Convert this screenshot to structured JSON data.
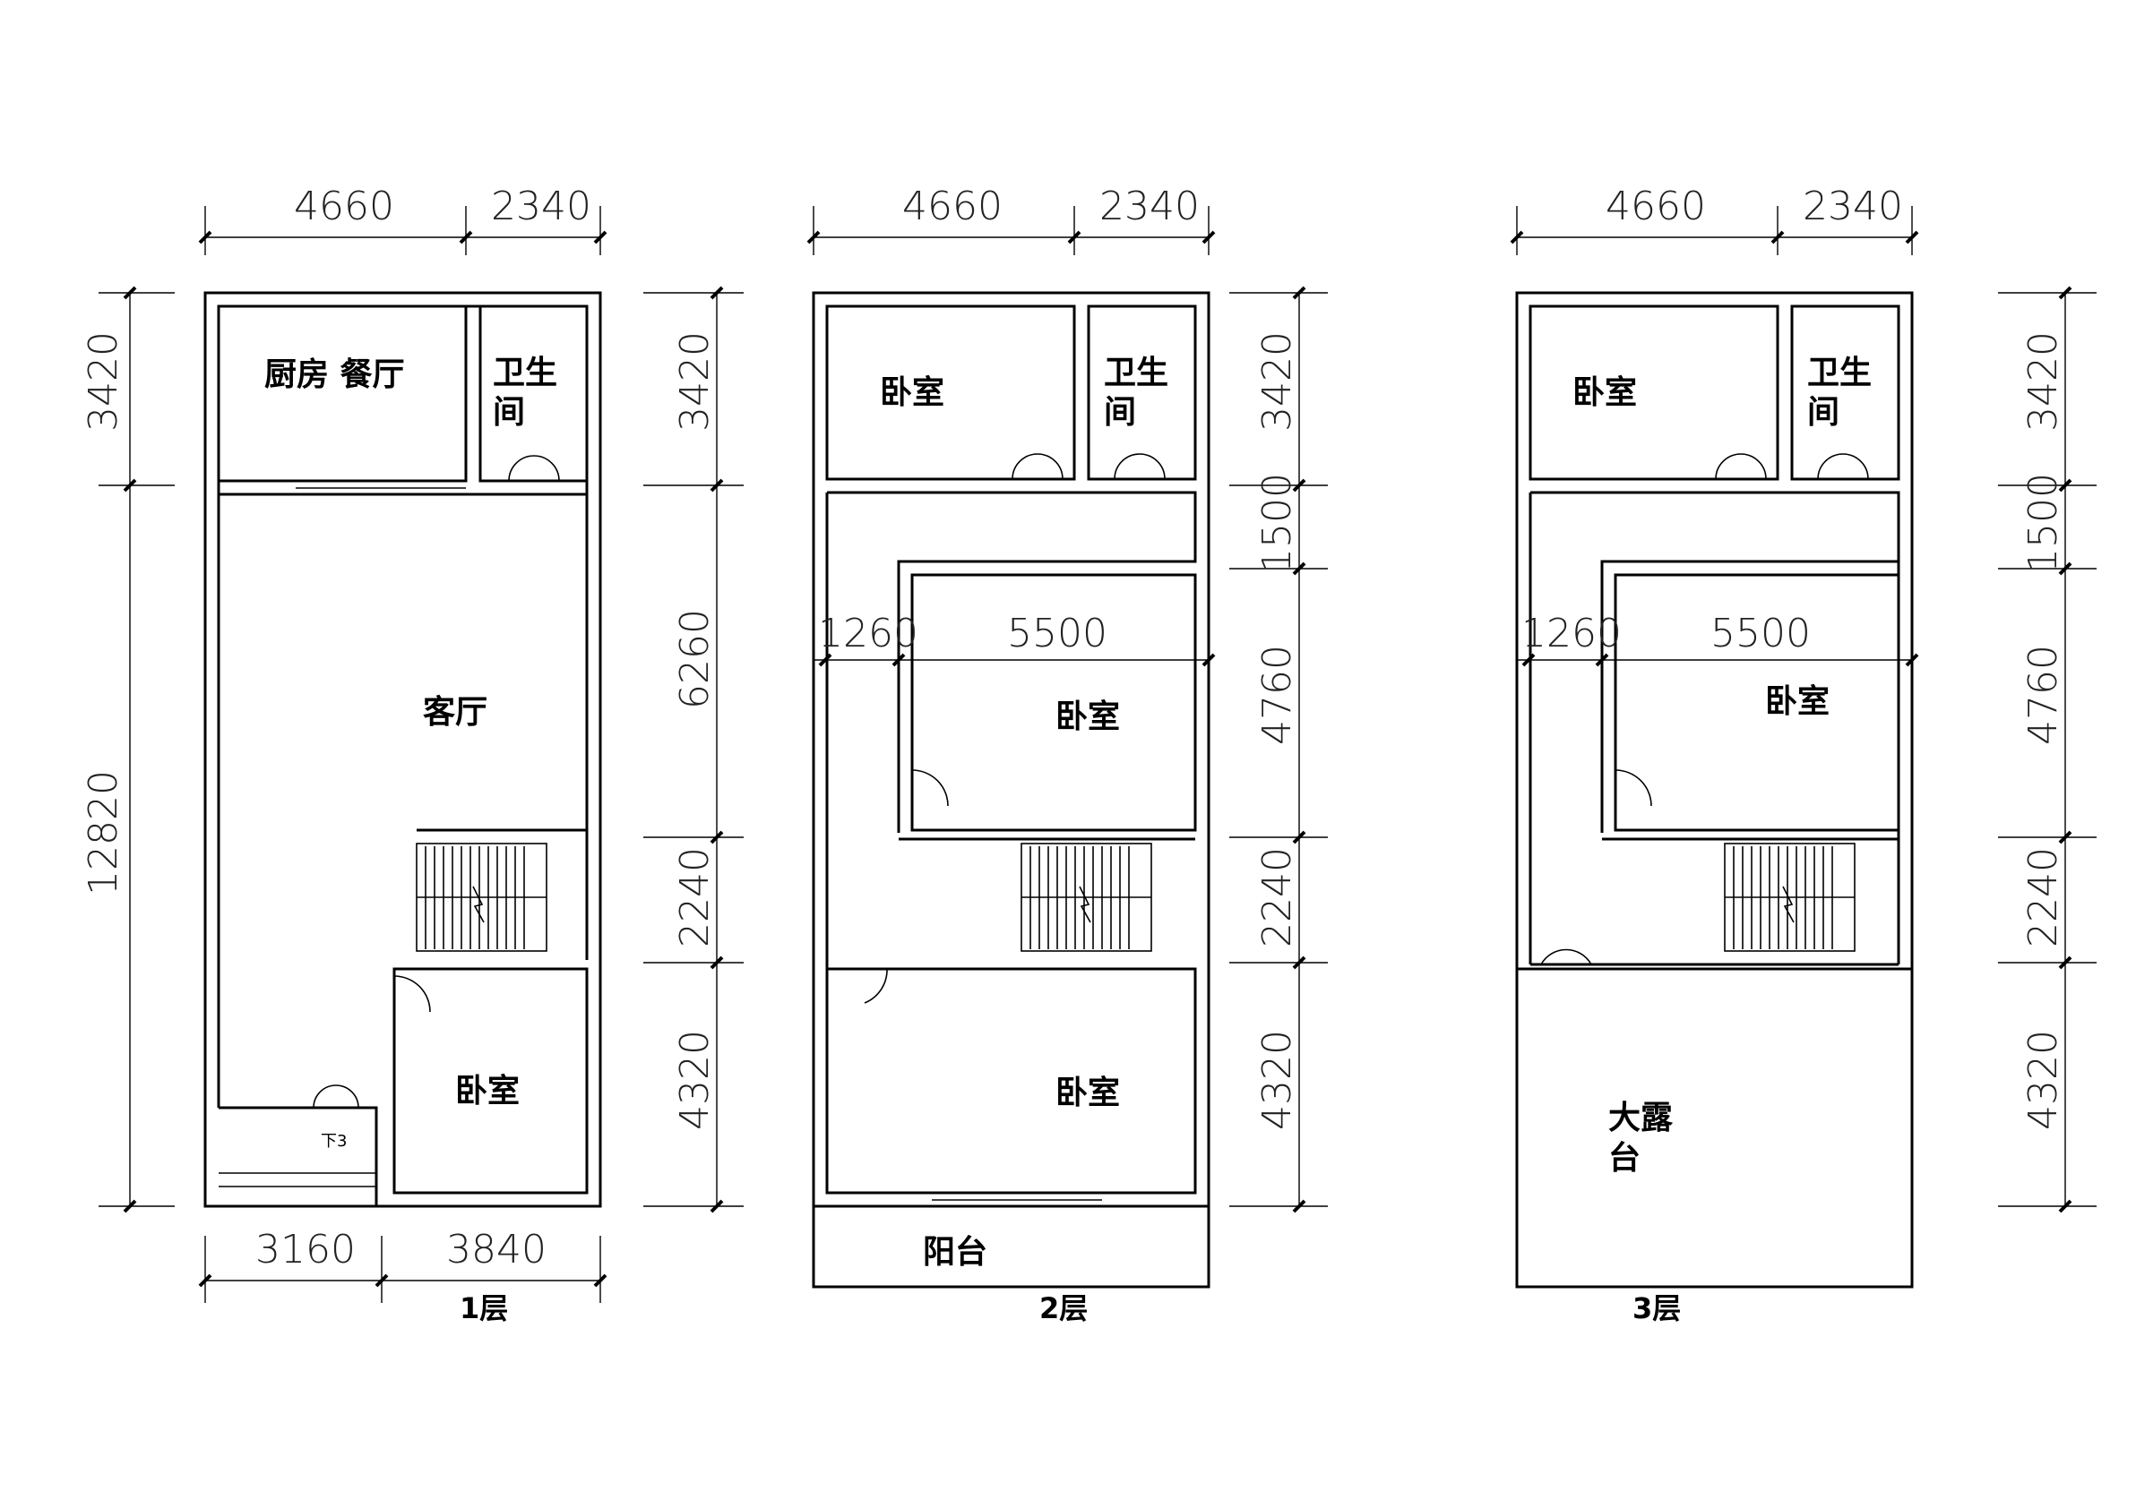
{
  "plans": [
    {
      "floor_label": "1层",
      "top_dims": [
        "4660",
        "2340"
      ],
      "bottom_dims": [
        "3160",
        "3840"
      ],
      "left_dims": [
        "3420",
        "12820"
      ],
      "right_dims": [
        "3420",
        "6260",
        "2240",
        "4320"
      ],
      "rooms": {
        "kitchen_dining": "厨房  餐厅",
        "bath_line1": "卫生",
        "bath_line2": "间",
        "living": "客厅",
        "bedroom": "卧室"
      },
      "stair_down_label": "下3"
    },
    {
      "floor_label": "2层",
      "top_dims": [
        "4660",
        "2340"
      ],
      "inner_dims": [
        "1260",
        "5500"
      ],
      "right_dims": [
        "3420",
        "1500",
        "4760",
        "2240",
        "4320"
      ],
      "rooms": {
        "bedroom_a": "卧室",
        "bath_line1": "卫生",
        "bath_line2": "间",
        "bedroom_b": "卧室",
        "bedroom_c": "卧室",
        "balcony": "阳台"
      }
    },
    {
      "floor_label": "3层",
      "top_dims": [
        "4660",
        "2340"
      ],
      "inner_dims": [
        "1260",
        "5500"
      ],
      "right_dims": [
        "3420",
        "1500",
        "4760",
        "2240",
        "4320"
      ],
      "rooms": {
        "bedroom_a": "卧室",
        "bath_line1": "卫生",
        "bath_line2": "间",
        "bedroom_b": "卧室",
        "terrace_line1": "大露",
        "terrace_line2": "台"
      }
    }
  ]
}
